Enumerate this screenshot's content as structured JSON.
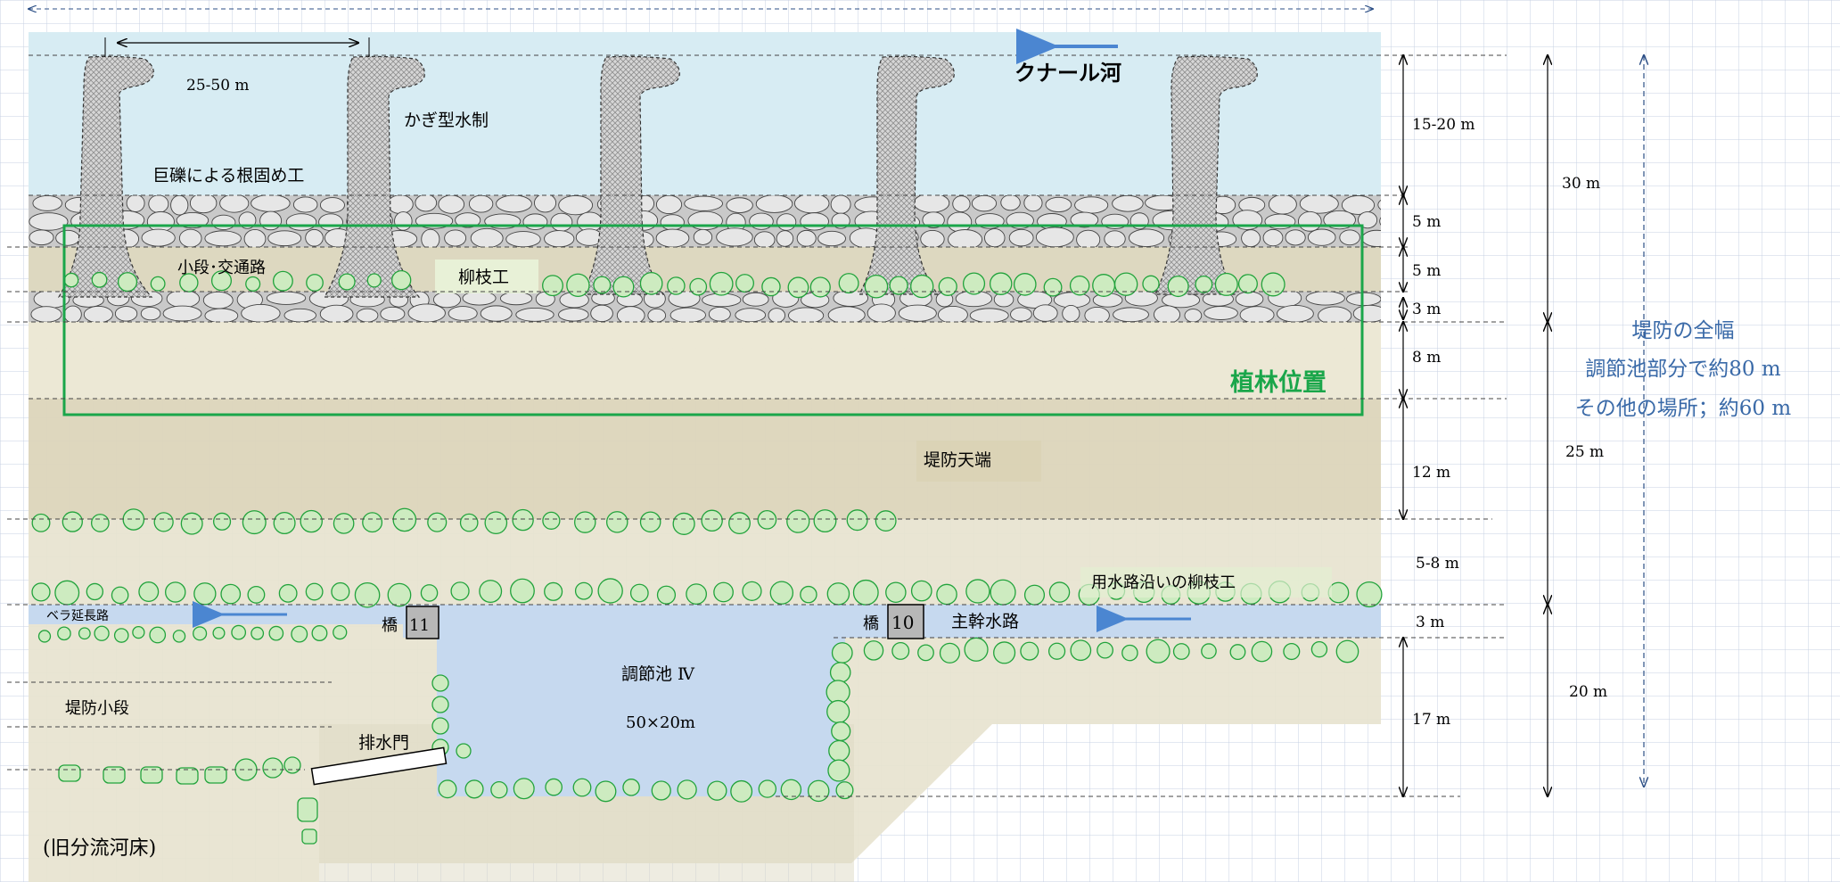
{
  "river_name": "クナール河",
  "labels": {
    "spacing": "25-50 m",
    "spur": "かぎ型水制",
    "riprap": "巨礫による根固め工",
    "berm": "小段･交通路",
    "willow": "柳枝工",
    "planting": "植林位置",
    "crest": "堤防天端",
    "canal_willow": "用水路沿いの柳枝工",
    "bera": "ベラ延長路",
    "bridge11_prefix": "橋",
    "bridge11_num": "11",
    "bridge10_prefix": "橋",
    "bridge10_num": "10",
    "main_canal": "主幹水路",
    "pond": "調節池 Ⅳ",
    "pond_size": "50×20m",
    "small_berm": "堤防小段",
    "drain_gate": "排水門",
    "old_channel": "(旧分流河床)"
  },
  "dims": [
    "15-20 m",
    "5 m",
    "5 m",
    "3 m",
    "8 m",
    "12 m",
    "5-8 m",
    "3 m",
    "17 m"
  ],
  "dims_outer": [
    "30 m",
    "25 m",
    "20 m"
  ],
  "full_width": {
    "line1": "堤防の全幅",
    "line2": "調節池部分で約80 m",
    "line3": "その他の場所；約60 m"
  },
  "colors": {
    "river": "#d7ecf3",
    "embankment": "#e7e3cf",
    "stones": "#c9c9c9",
    "canal": "#c6d9ef",
    "tree_fill": "#cdebc0",
    "tree_stroke": "#22a33c",
    "planting_box": "#1aa64a",
    "blue_text": "#3a6aa8",
    "arrow_blue": "#4b86d1"
  }
}
